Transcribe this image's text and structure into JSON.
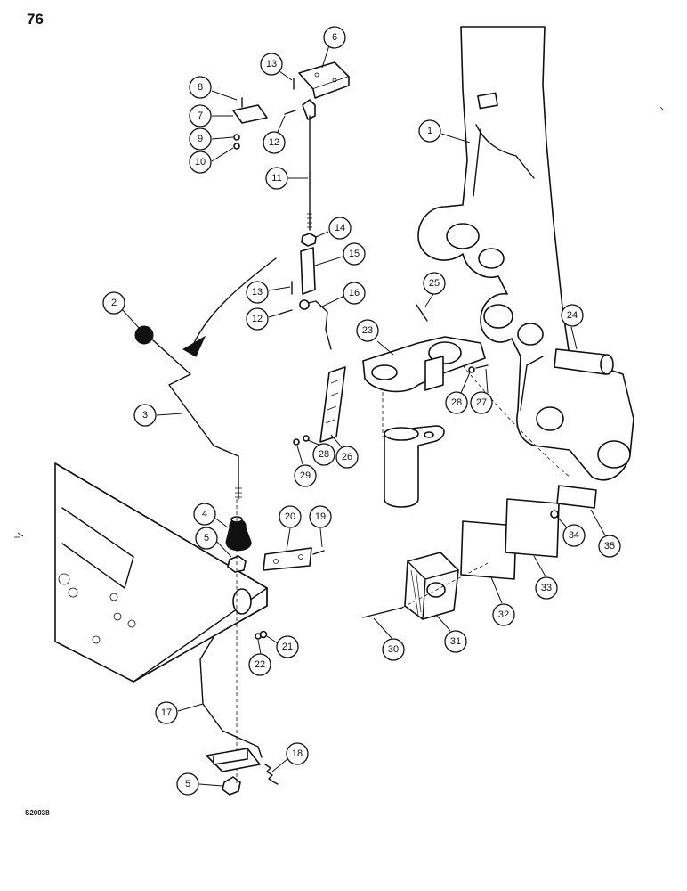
{
  "page": {
    "number": "76",
    "figure_code": "S20038"
  },
  "callouts": [
    {
      "label": "1"
    },
    {
      "label": "2"
    },
    {
      "label": "3"
    },
    {
      "label": "4"
    },
    {
      "label": "5"
    },
    {
      "label": "5"
    },
    {
      "label": "6"
    },
    {
      "label": "7"
    },
    {
      "label": "8"
    },
    {
      "label": "9"
    },
    {
      "label": "10"
    },
    {
      "label": "11"
    },
    {
      "label": "12"
    },
    {
      "label": "12"
    },
    {
      "label": "13"
    },
    {
      "label": "13"
    },
    {
      "label": "14"
    },
    {
      "label": "15"
    },
    {
      "label": "16"
    },
    {
      "label": "17"
    },
    {
      "label": "18"
    },
    {
      "label": "19"
    },
    {
      "label": "20"
    },
    {
      "label": "21"
    },
    {
      "label": "22"
    },
    {
      "label": "23"
    },
    {
      "label": "24"
    },
    {
      "label": "25"
    },
    {
      "label": "26"
    },
    {
      "label": "27"
    },
    {
      "label": "28"
    },
    {
      "label": "28"
    },
    {
      "label": "29"
    },
    {
      "label": "30"
    },
    {
      "label": "31"
    },
    {
      "label": "32"
    },
    {
      "label": "33"
    },
    {
      "label": "34"
    },
    {
      "label": "35"
    }
  ]
}
